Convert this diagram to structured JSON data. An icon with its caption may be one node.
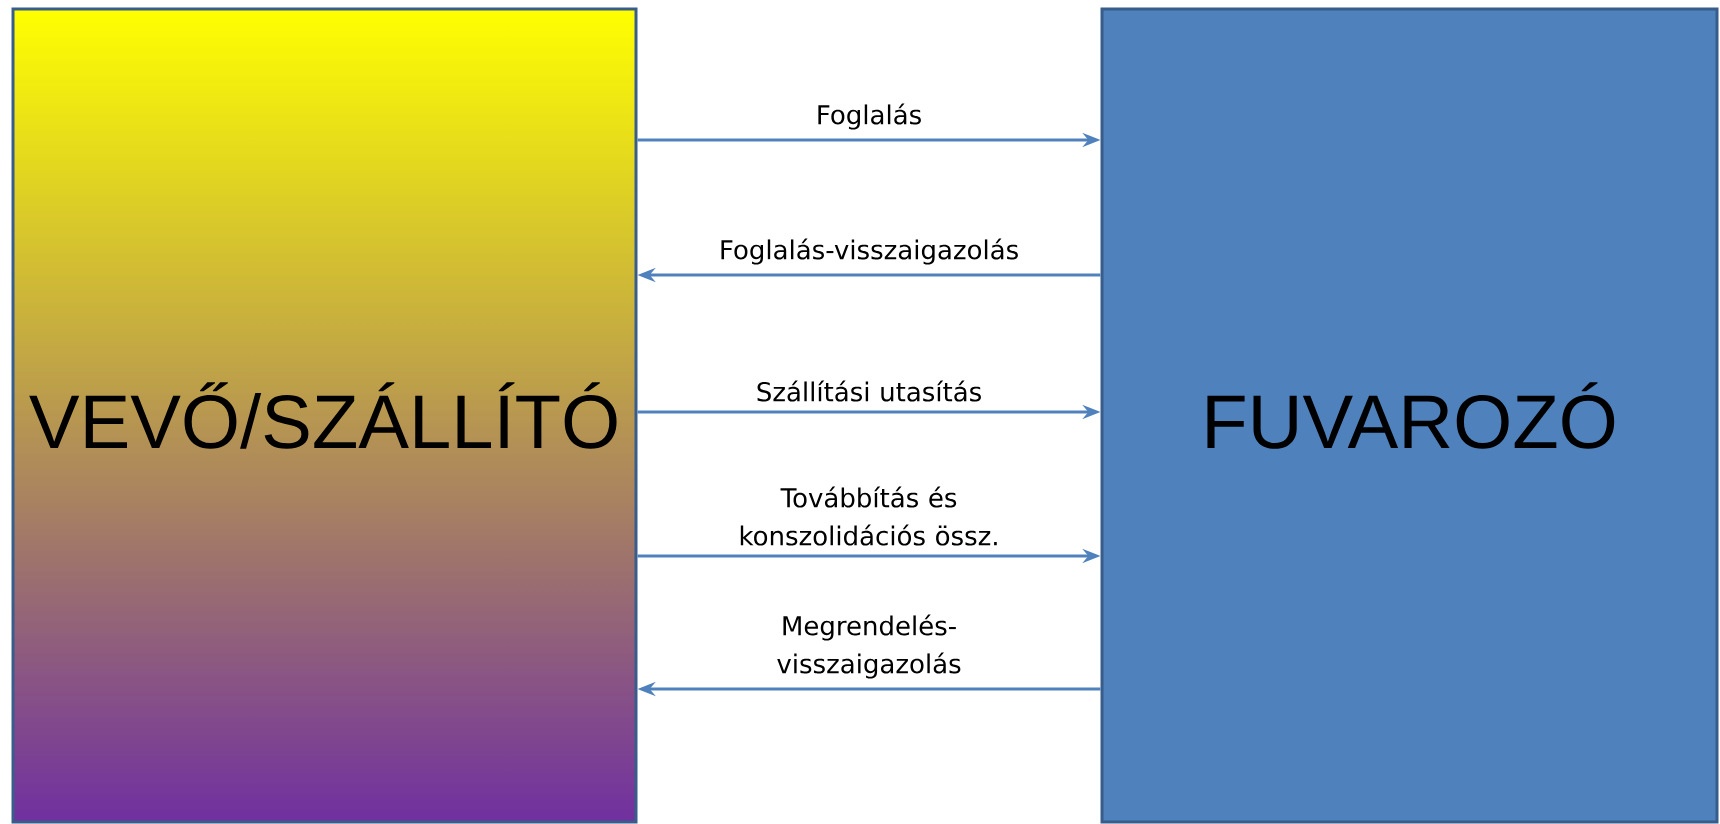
{
  "diagram": {
    "nodes": [
      {
        "text": [
          "VEVŐ/SZÁLLÍTÓ"
        ]
      },
      {
        "text": [
          "FUVAROZÓ"
        ]
      }
    ],
    "edges": [
      {
        "from": 0,
        "to": 1,
        "arrow": "to",
        "label": "Foglalás"
      },
      {
        "from": 1,
        "to": 0,
        "arrow": "to",
        "label": "Foglalás-visszaigazolás"
      },
      {
        "from": 0,
        "to": 1,
        "arrow": "to",
        "label": "Szállítási utasítás"
      },
      {
        "from": 0,
        "to": 1,
        "arrow": "to",
        "label": "Továbbítás és konszolidációs össz."
      },
      {
        "from": 1,
        "to": 0,
        "arrow": "to",
        "label": "Megrendelés-visszaigazolás"
      }
    ]
  }
}
